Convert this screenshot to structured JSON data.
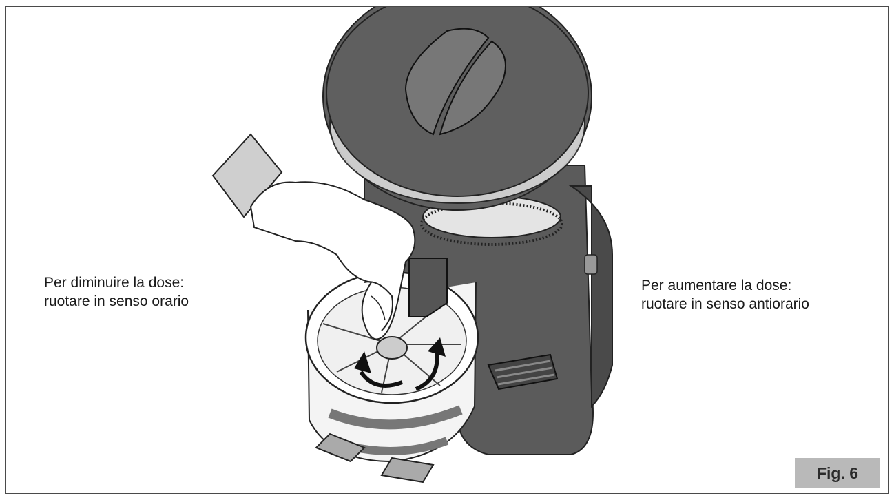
{
  "instructions": {
    "decrease": {
      "line1": "Per diminuire la dose:",
      "line2": "ruotare in senso orario"
    },
    "increase": {
      "line1": "Per aumentare la dose:",
      "line2": "ruotare in senso antiorario"
    }
  },
  "figure": {
    "label": "Fig. 6",
    "illustration_icon": "coffee-grinder-dose-adjustment-illustration"
  },
  "colors": {
    "label_background": "#b9b9b9",
    "frame_border": "#4a4a4a",
    "grinder_body": "#5a5a5a"
  }
}
